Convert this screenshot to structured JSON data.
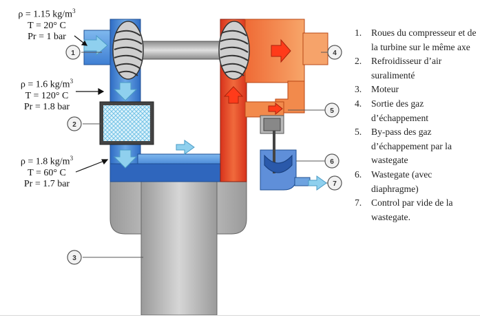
{
  "conditions": [
    {
      "rho": "ρ = 1.15 kg/m",
      "sup": "3",
      "temp": "T = 20° C",
      "pr": "Pr = 1 bar"
    },
    {
      "rho": "ρ = 1.6 kg/m",
      "sup": "3",
      "temp": "T = 120° C",
      "pr": "Pr = 1.8 bar"
    },
    {
      "rho": "ρ = 1.8 kg/m",
      "sup": "3",
      "temp": "T = 60° C",
      "pr": "Pr = 1.7 bar"
    }
  ],
  "callouts": [
    "1",
    "2",
    "3",
    "4",
    "5",
    "6",
    "7"
  ],
  "legend": [
    {
      "num": "1.",
      "text": "Roues du compresseur et de la turbine sur le même axe"
    },
    {
      "num": "2.",
      "text": "Refroidisseur d’air suralimenté"
    },
    {
      "num": "3.",
      "text": "Moteur"
    },
    {
      "num": "4.",
      "text": "Sortie des gaz d’échappement"
    },
    {
      "num": "5.",
      "text": "By-pass des gaz d’échappement par la wastegate"
    },
    {
      "num": "6.",
      "text": "Wastegate (avec diaphragme)"
    },
    {
      "num": "7.",
      "text": "Control par vide de la wastegate."
    }
  ],
  "colors": {
    "intake_blue": "#3a78cf",
    "intake_light": "#7fb2e8",
    "hot_red": "#e34a2a",
    "hot_orange": "#f28a4c",
    "engine_gray": "#b9b9b9",
    "flow_arrow": "#8fd0ee"
  }
}
